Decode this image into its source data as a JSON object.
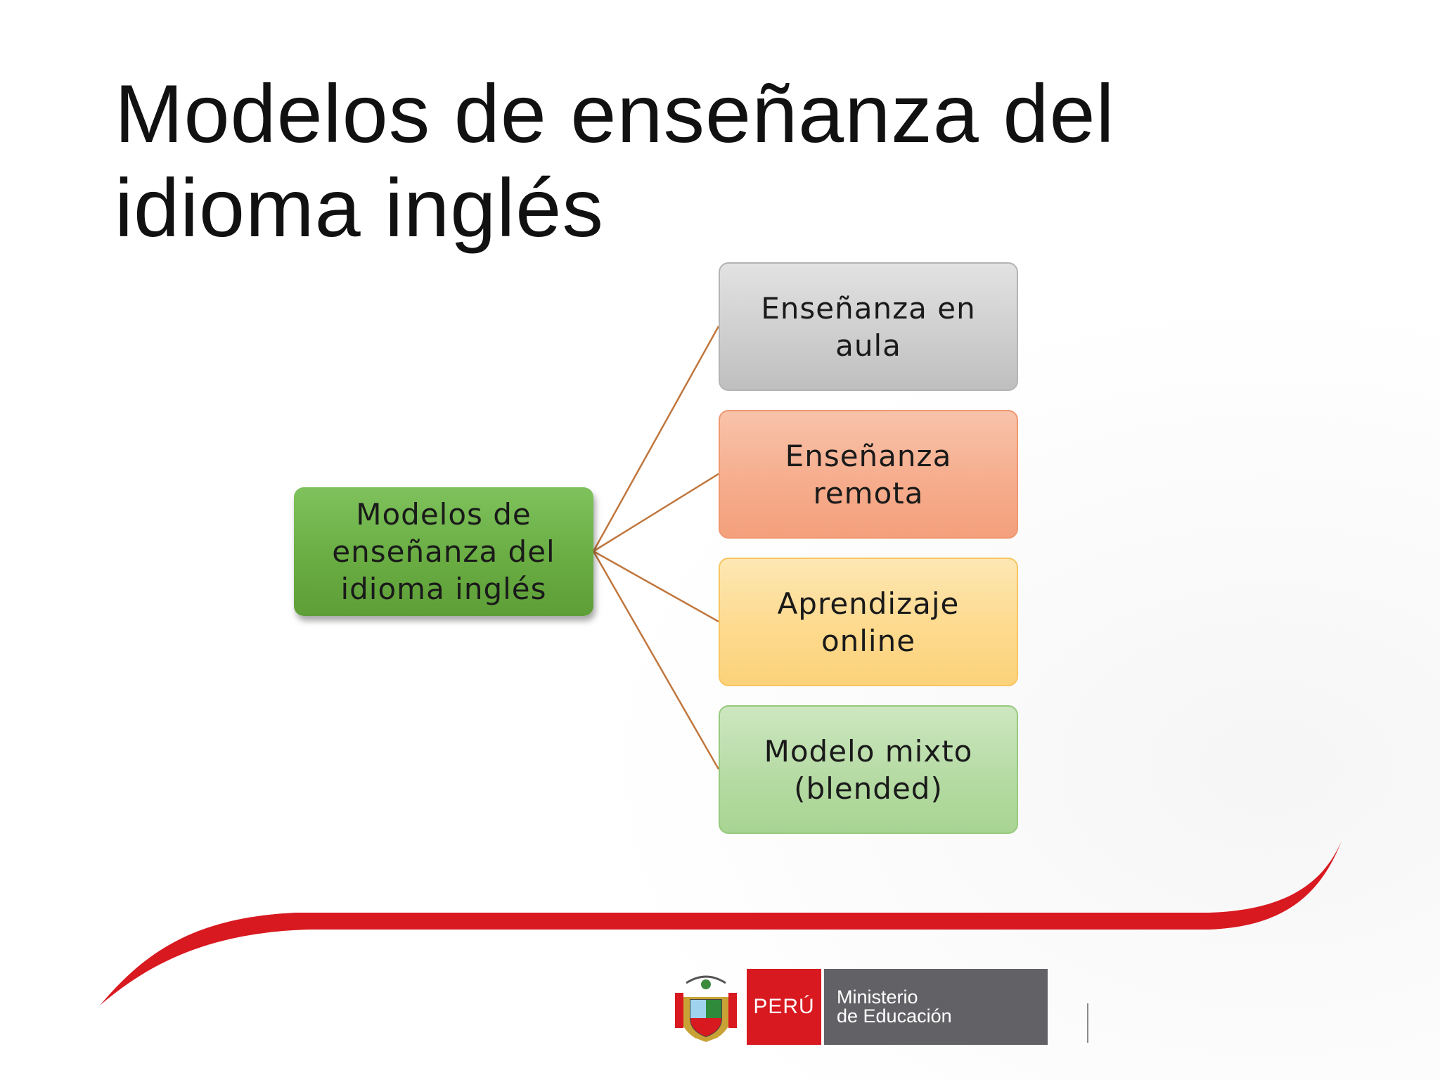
{
  "slide": {
    "title": "Modelos de enseñanza del idioma inglés"
  },
  "diagram": {
    "root": {
      "label": "Modelos de enseñanza del idioma inglés",
      "color": "#6aae45"
    },
    "children": [
      {
        "label": "Enseñanza en aula",
        "color": "#cfcfcf"
      },
      {
        "label": "Enseñanza remota",
        "color": "#f6ad8d"
      },
      {
        "label": "Aprendizaje online",
        "color": "#fdda8e"
      },
      {
        "label": "Modelo mixto (blended)",
        "color": "#b6dba4"
      }
    ],
    "connector_color": "#c0763d"
  },
  "footer": {
    "logo_country": "PERÚ",
    "logo_ministry_line1": "Ministerio",
    "logo_ministry_line2": "de Educación",
    "logo_emblem_icon": "coat-of-arms-icon",
    "swoosh_color": "#d81920"
  }
}
